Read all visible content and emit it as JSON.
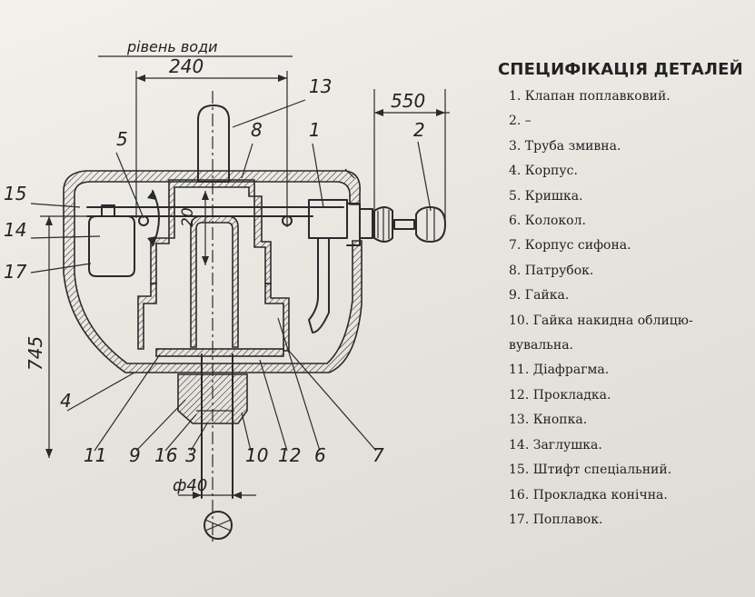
{
  "drawing": {
    "water_level_label": "рівень води",
    "dimensions": {
      "width_240": "240",
      "height_745": "745",
      "offset_550": "550",
      "stroke_20": "20",
      "diameter_40": "ф40"
    },
    "callouts": [
      "13",
      "5",
      "8",
      "1",
      "2",
      "15",
      "14",
      "17",
      "4",
      "11",
      "9",
      "16",
      "3",
      "10",
      "12",
      "6",
      "7"
    ]
  },
  "spec": {
    "title": "СПЕЦИФІКАЦІЯ ДЕТАЛЕЙ",
    "items": [
      "1.   Клапан поплавковий.",
      "2.   –",
      "3.   Труба змивна.",
      "4.   Корпус.",
      "5.   Кришка.",
      "6.   Колокол.",
      "7.   Корпус сифона.",
      "8.   Патрубок.",
      "9.   Гайка.",
      "10. Гайка накидна облицю-",
      "вувальна.",
      "11. Діафрагма.",
      "12. Прокладка.",
      "13. Кнопка.",
      "14. Заглушка.",
      "15. Штифт спеціальний.",
      "16. Прокладка конічна.",
      "17. Поплавок."
    ]
  }
}
